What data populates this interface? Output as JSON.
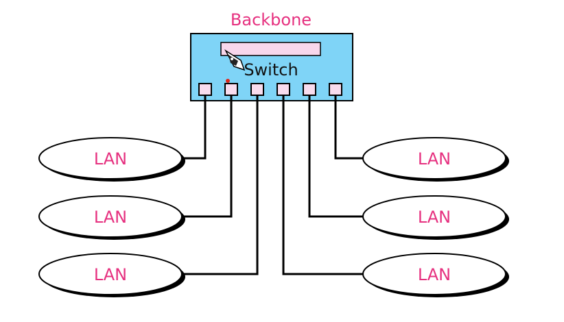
{
  "diagram": {
    "title": "Backbone",
    "switch_label": "Switch",
    "lan_label": "LAN",
    "lans": [
      {
        "label": "LAN"
      },
      {
        "label": "LAN"
      },
      {
        "label": "LAN"
      },
      {
        "label": "LAN"
      },
      {
        "label": "LAN"
      },
      {
        "label": "LAN"
      }
    ],
    "colors": {
      "switch_fill": "#7fd4f7",
      "display_fill": "#f8d7ec",
      "port_fill": "#f9dcee",
      "label_pink": "#e6307f",
      "wire": "#000000",
      "indicator": "#e0261b"
    }
  }
}
